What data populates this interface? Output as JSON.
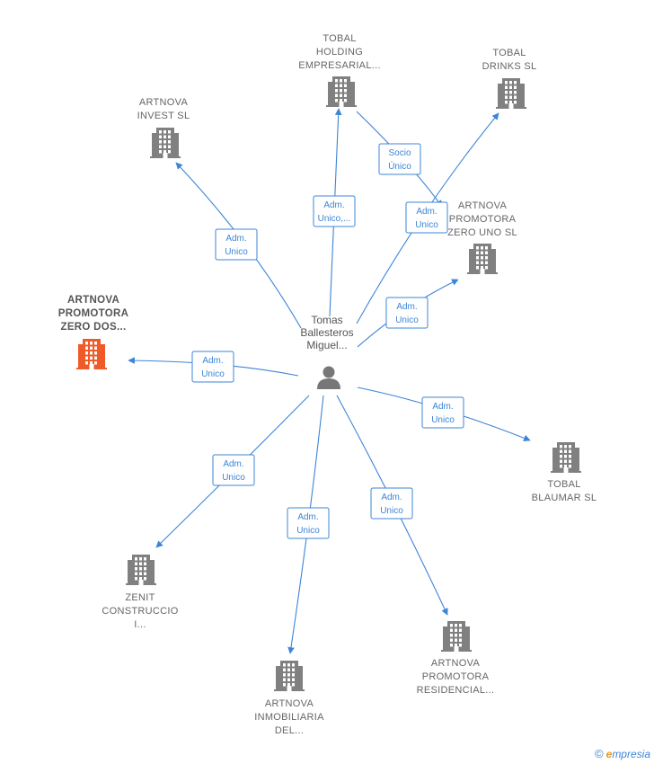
{
  "person": {
    "label_lines": [
      "Tomas",
      "Ballesteros",
      "Miguel..."
    ]
  },
  "companies": [
    {
      "id": "artnova-zero-dos",
      "lines": [
        "ARTNOVA",
        "PROMOTORA",
        "ZERO DOS..."
      ],
      "color": "#f05a28",
      "focus": true
    },
    {
      "id": "artnova-invest",
      "lines": [
        "ARTNOVA",
        "INVEST  SL"
      ],
      "color": "#808080"
    },
    {
      "id": "tobal-holding",
      "lines": [
        "TOBAL",
        "HOLDING",
        "EMPRESARIAL..."
      ],
      "color": "#808080"
    },
    {
      "id": "tobal-drinks",
      "lines": [
        "TOBAL",
        "DRINKS  SL"
      ],
      "color": "#808080"
    },
    {
      "id": "artnova-zero-uno",
      "lines": [
        "ARTNOVA",
        "PROMOTORA",
        "ZERO UNO  SL"
      ],
      "color": "#808080"
    },
    {
      "id": "tobal-blaumar",
      "lines": [
        "TOBAL",
        "BLAUMAR  SL"
      ],
      "color": "#808080"
    },
    {
      "id": "artnova-residencial",
      "lines": [
        "ARTNOVA",
        "PROMOTORA",
        "RESIDENCIAL..."
      ],
      "color": "#808080"
    },
    {
      "id": "artnova-inmobiliaria",
      "lines": [
        "ARTNOVA",
        "INMOBILIARIA",
        "DEL..."
      ],
      "color": "#808080"
    },
    {
      "id": "zenit-construccio",
      "lines": [
        "ZENIT",
        "CONSTRUCCIO",
        "I..."
      ],
      "color": "#808080"
    }
  ],
  "edges": [
    {
      "id": "to-zero-dos",
      "lines": [
        "Adm.",
        "Unico"
      ]
    },
    {
      "id": "to-invest",
      "lines": [
        "Adm.",
        "Unico"
      ]
    },
    {
      "id": "to-holding",
      "lines": [
        "Adm.",
        "Unico,..."
      ]
    },
    {
      "id": "to-drinks",
      "lines": [
        "Adm.",
        "Unico"
      ]
    },
    {
      "id": "holding-to-drinks",
      "lines": [
        "Socio",
        "Único"
      ]
    },
    {
      "id": "to-zero-uno",
      "lines": [
        "Adm.",
        "Unico"
      ]
    },
    {
      "id": "to-blaumar",
      "lines": [
        "Adm.",
        "Unico"
      ]
    },
    {
      "id": "to-residencial",
      "lines": [
        "Adm.",
        "Unico"
      ]
    },
    {
      "id": "to-inmobiliaria",
      "lines": [
        "Adm.",
        "Unico"
      ]
    },
    {
      "id": "to-zenit",
      "lines": [
        "Adm.",
        "Unico"
      ]
    }
  ],
  "footer": {
    "copyright": "©",
    "brand_initial": "e",
    "brand_rest": "mpresia"
  },
  "colors": {
    "edge": "#3d85d6",
    "building": "#808080",
    "focus": "#f05a28"
  }
}
